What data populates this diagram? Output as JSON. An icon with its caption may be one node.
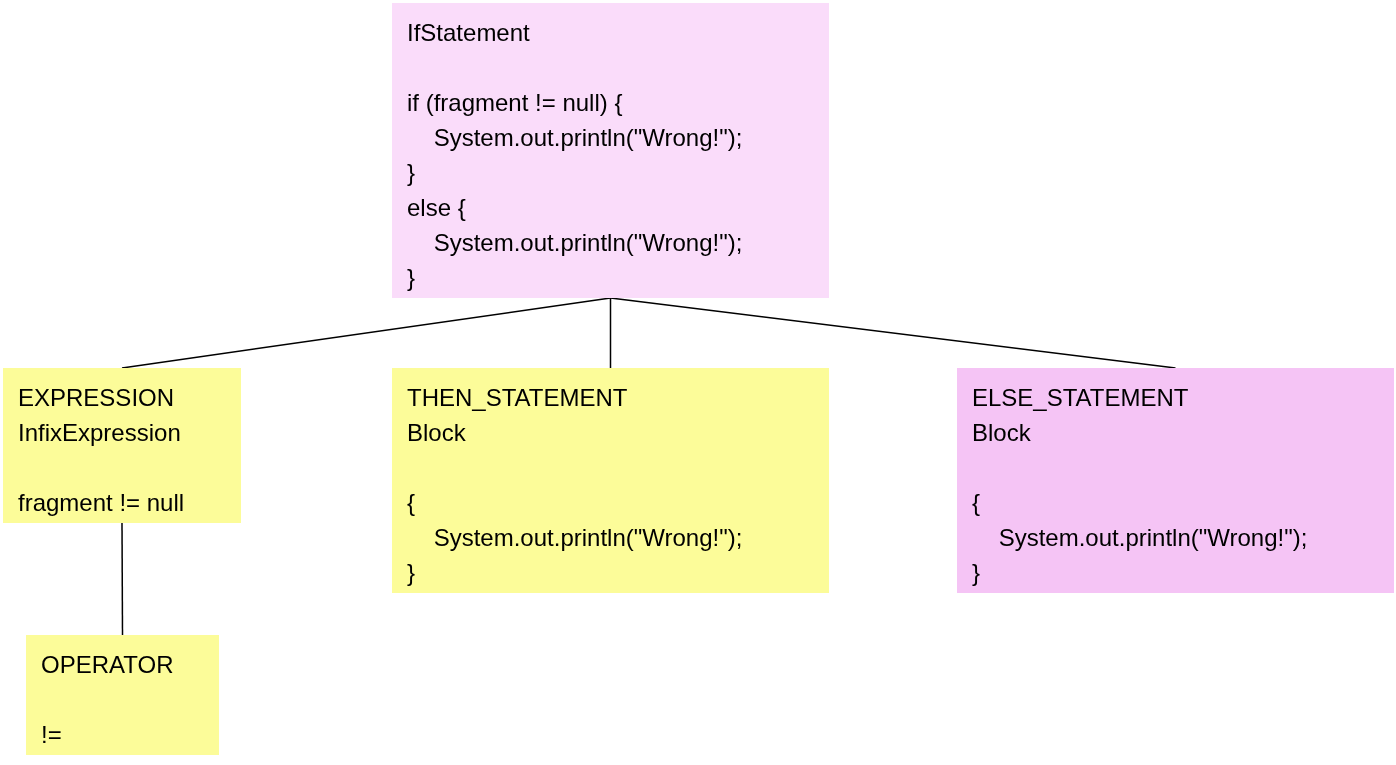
{
  "diagram": {
    "nodes": [
      {
        "text": [
          "IfStatement",
          "if (fragment != null) {",
          "    System.out.println(\"Wrong!\");",
          "}",
          "else {",
          "    System.out.println(\"Wrong!\");",
          "}"
        ]
      },
      {
        "text": [
          "EXPRESSION",
          "InfixExpression",
          "fragment != null"
        ]
      },
      {
        "text": [
          "THEN_STATEMENT",
          "Block",
          "{",
          "    System.out.println(\"Wrong!\");",
          "}"
        ]
      },
      {
        "text": [
          "ELSE_STATEMENT",
          "Block",
          "{",
          "    System.out.println(\"Wrong!\");",
          "}"
        ]
      },
      {
        "text": [
          "OPERATOR",
          "!="
        ]
      }
    ],
    "edges": [
      {
        "from": 0,
        "to": 1,
        "arrow": "none"
      },
      {
        "from": 0,
        "to": 2,
        "arrow": "none"
      },
      {
        "from": 0,
        "to": 3,
        "arrow": "none"
      },
      {
        "from": 1,
        "to": 4,
        "arrow": "none"
      }
    ]
  }
}
